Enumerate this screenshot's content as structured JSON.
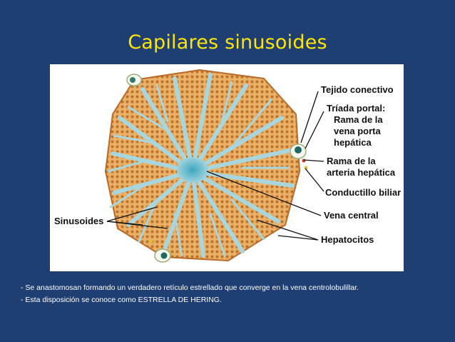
{
  "slide": {
    "title": "Capilares sinusoides"
  },
  "diagram": {
    "labels": {
      "tejido_conectivo": "Tejido conectivo",
      "triada_line1": "Tríada portal:",
      "triada_line2": "Rama de la",
      "triada_line3": "vena porta",
      "triada_line4": "hepática",
      "arteria_line1": "Rama de la",
      "arteria_line2": "arteria hepática",
      "conductillo": "Conductillo biliar",
      "vena_central": "Vena central",
      "hepatocitos": "Hepatocitos",
      "sinusoides": "Sinusoides"
    },
    "colors": {
      "parenchyma": "#e7a95e",
      "cells": "#c9772f",
      "sinusoid": "#a9d6dd",
      "center": "#5bb7c9"
    }
  },
  "captions": {
    "line1": "- Se anastomosan formando un verdadero retículo estrellado que converge en la vena centrolobulillar.",
    "line2": "- Esta disposición se conoce como ESTRELLA DE HERING."
  }
}
